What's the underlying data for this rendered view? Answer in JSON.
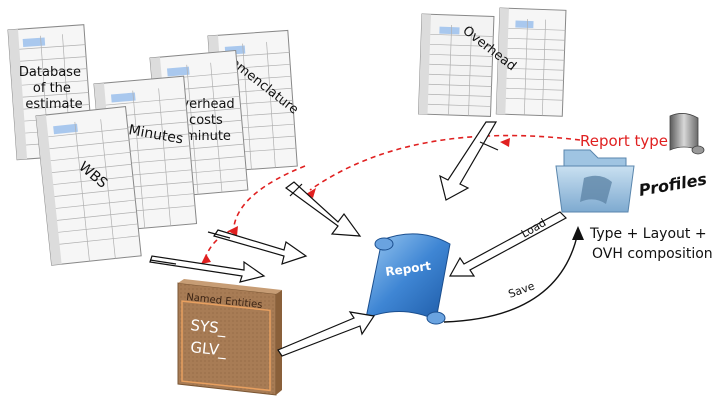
{
  "sheets": {
    "database": "Database of the estimate",
    "database_lines": [
      "Database",
      "of the",
      "estimate"
    ],
    "wbs": "WBS",
    "minutes": "Minutes",
    "overhead_costs": "Overhead costs minute",
    "overhead_costs_lines": [
      "Overhead",
      "costs",
      "minute"
    ],
    "nomenclature": "Nomenclature",
    "overhead": "Overhead"
  },
  "report": {
    "label": "Report"
  },
  "profiles": {
    "label": "Profiles"
  },
  "named_entities": {
    "title": "Named Entities",
    "line1": "SYS_",
    "line2": "GLV_"
  },
  "labels": {
    "report_type": "Report type",
    "load": "Load",
    "save": "Save",
    "type_layout_line1": "Type + Layout +",
    "type_layout_line2": "OVH composition"
  },
  "colors": {
    "report_type": "#e02020",
    "report_blue": "#3a7fd0",
    "folder_blue": "#8fb8d8",
    "panel_brown": "#b0835a",
    "sheet_header": "#a9c8ee"
  }
}
